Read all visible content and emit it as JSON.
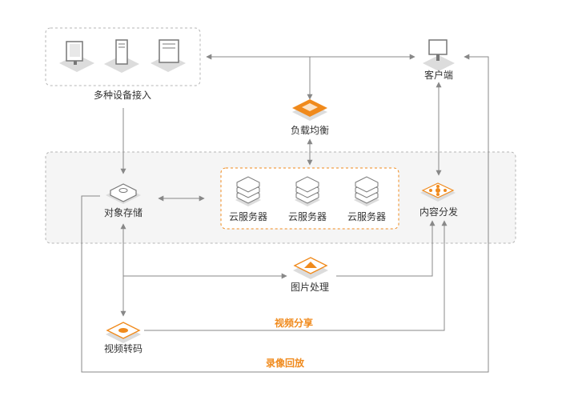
{
  "nodes": {
    "devices": "多种设备接入",
    "client": "客户端",
    "load_balancer": "负载均衡",
    "object_storage": "对象存储",
    "cloud_server_1": "云服务器",
    "cloud_server_2": "云服务器",
    "cloud_server_3": "云服务器",
    "content_delivery": "内容分发",
    "image_processing": "图片处理",
    "video_transcoding": "视频转码"
  },
  "edge_labels": {
    "video_sharing": "视频分享",
    "recording_playback": "录像回放"
  },
  "colors": {
    "accent": "#f08a1c",
    "line": "#888888",
    "dashed_border": "#b5b5b5",
    "panel_bg": "#f5f5f5",
    "text": "#333333"
  },
  "icons": {
    "devices": [
      "desktop-monitor-icon",
      "tower-pc-icon",
      "server-case-icon"
    ],
    "client": "monitor-icon",
    "load_balancer": "load-balancer-icon",
    "object_storage": "storage-box-icon",
    "cloud_server": "server-stack-icon",
    "content_delivery": "cdn-network-icon",
    "image_processing": "image-processing-icon",
    "video_transcoding": "video-transcode-icon"
  }
}
